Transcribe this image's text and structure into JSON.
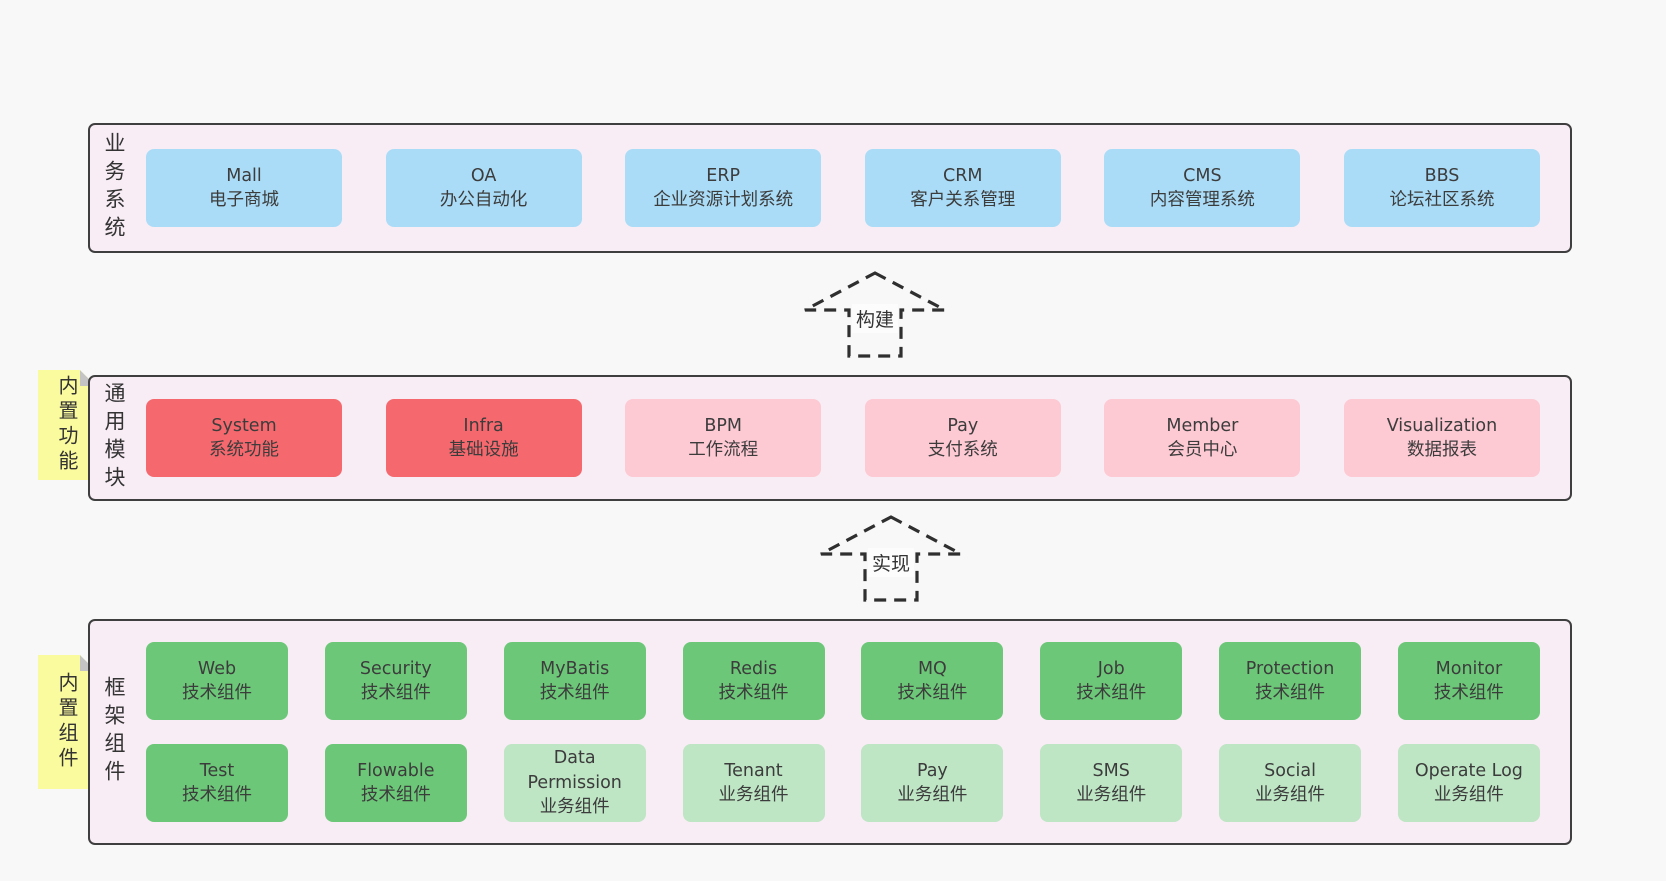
{
  "palette": {
    "page-bg": "#f8f8f8",
    "panel-bg": "#f8edf5",
    "panel-border": "#3f3f3f",
    "blue": "#aadcf7",
    "red": "#f5696e",
    "pink": "#fdc9d3",
    "green": "#6cc878",
    "lightgreen": "#bee5c4",
    "sticky": "#fafa9e",
    "sticky-fold": "#c4c4c4",
    "text": "#3b3b3b"
  },
  "arrows": [
    {
      "label": "构建"
    },
    {
      "label": "实现"
    }
  ],
  "layers": [
    {
      "label": "业务系统",
      "rows": [
        [
          {
            "name": "Mall",
            "desc": "电子商城"
          },
          {
            "name": "OA",
            "desc": "办公自动化"
          },
          {
            "name": "ERP",
            "desc": "企业资源计划系统"
          },
          {
            "name": "CRM",
            "desc": "客户关系管理"
          },
          {
            "name": "CMS",
            "desc": "内容管理系统"
          },
          {
            "name": "BBS",
            "desc": "论坛社区系统"
          }
        ]
      ]
    },
    {
      "label": "通用模块",
      "sticky": "内置功能",
      "rows": [
        [
          {
            "name": "System",
            "desc": "系统功能"
          },
          {
            "name": "Infra",
            "desc": "基础设施"
          },
          {
            "name": "BPM",
            "desc": "工作流程"
          },
          {
            "name": "Pay",
            "desc": "支付系统"
          },
          {
            "name": "Member",
            "desc": "会员中心"
          },
          {
            "name": "Visualization",
            "desc": "数据报表"
          }
        ]
      ]
    },
    {
      "label": "框架组件",
      "sticky": "内置组件",
      "rows": [
        [
          {
            "name": "Web",
            "desc": "技术组件"
          },
          {
            "name": "Security",
            "desc": "技术组件"
          },
          {
            "name": "MyBatis",
            "desc": "技术组件"
          },
          {
            "name": "Redis",
            "desc": "技术组件"
          },
          {
            "name": "MQ",
            "desc": "技术组件"
          },
          {
            "name": "Job",
            "desc": "技术组件"
          },
          {
            "name": "Protection",
            "desc": "技术组件"
          },
          {
            "name": "Monitor",
            "desc": "技术组件"
          }
        ],
        [
          {
            "name": "Test",
            "desc": "技术组件"
          },
          {
            "name": "Flowable",
            "desc": "技术组件"
          },
          {
            "name": "Data Permission",
            "desc": "业务组件"
          },
          {
            "name": "Tenant",
            "desc": "业务组件"
          },
          {
            "name": "Pay",
            "desc": "业务组件"
          },
          {
            "name": "SMS",
            "desc": "业务组件"
          },
          {
            "name": "Social",
            "desc": "业务组件"
          },
          {
            "name": "Operate Log",
            "desc": "业务组件"
          }
        ]
      ]
    }
  ]
}
